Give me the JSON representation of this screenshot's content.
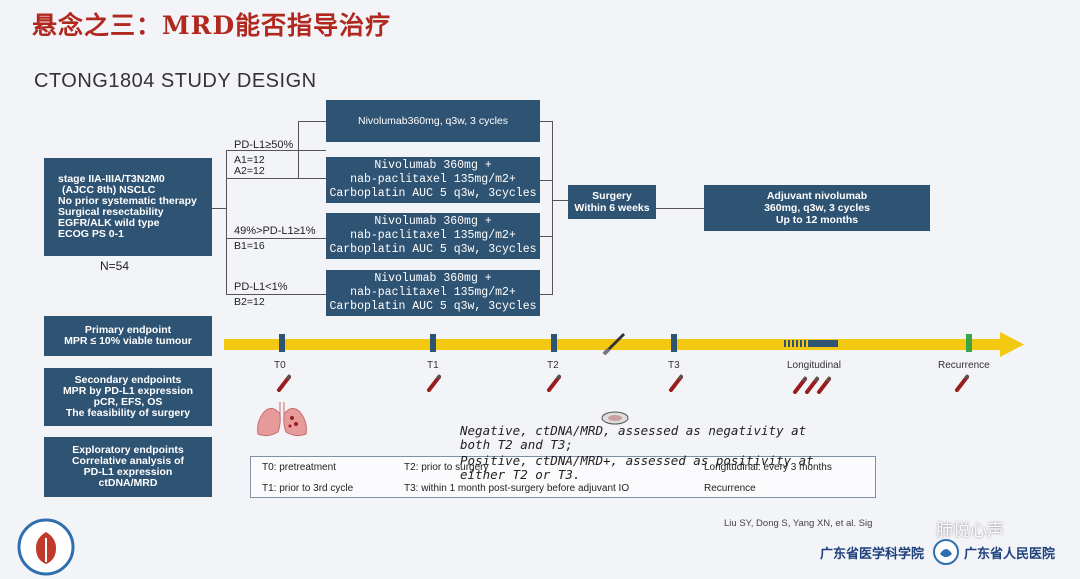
{
  "slide": {
    "title": "悬念之三：MRD能否指导治疗",
    "subtitle": "CTONG1804 STUDY DESIGN"
  },
  "patients": {
    "lines": [
      "stage IIA-IIIA/T3N2M0",
      "(AJCC 8th) NSCLC",
      "No prior systematic therapy",
      "Surgical resectability",
      "EGFR/ALK wild type",
      "ECOG PS 0-1"
    ],
    "n": "N=54"
  },
  "groups": [
    {
      "label": "PD-L1≥50%",
      "sub1": "A1=12",
      "sub2": "A2=12"
    },
    {
      "label": "49%>PD-L1≥1%",
      "sub1": "B1=16"
    },
    {
      "label": "PD-L1<1%",
      "sub1": "B2=12"
    }
  ],
  "arms": [
    {
      "lines": [
        "Nivolumab360mg, q3w, 3 cycles"
      ]
    },
    {
      "lines": [
        "Nivolumab 360mg +",
        "nab-paclitaxel 135mg/m2+",
        "Carboplatin AUC 5 q3w, 3cycles"
      ]
    },
    {
      "lines": [
        "Nivolumab 360mg +",
        "nab-paclitaxel 135mg/m2+",
        "Carboplatin AUC 5 q3w, 3cycles"
      ]
    },
    {
      "lines": [
        "Nivolumab 360mg +",
        "nab-paclitaxel 135mg/m2+",
        "Carboplatin AUC 5 q3w, 3cycles"
      ]
    }
  ],
  "surgery": {
    "lines": [
      "Surgery",
      "Within 6 weeks"
    ]
  },
  "adjuvant": {
    "lines": [
      "Adjuvant nivolumab",
      "360mg, q3w, 3 cycles",
      "Up to 12 months"
    ]
  },
  "endpoints": {
    "primary": [
      "Primary endpoint",
      "MPR ≤ 10% viable tumour"
    ],
    "secondary": [
      "Secondary endpoints",
      "MPR by PD-L1 expression",
      "pCR, EFS, OS",
      "The feasibility of surgery"
    ],
    "exploratory": [
      "Exploratory endpoints",
      "Correlative analysis of",
      "PD-L1 expression",
      "ctDNA/MRD"
    ]
  },
  "timeline": {
    "points": [
      "T0",
      "T1",
      "T2",
      "T3",
      "Longitudinal",
      "Recurrence"
    ]
  },
  "legend": {
    "t0": "T0: pretreatment",
    "t2": "T2: prior to surgery",
    "longitudinal": "Longitudinal: every 3 months",
    "t1": "T1: prior to 3rd cycle",
    "t3": "T3: within 1 month post-surgery before adjuvant IO",
    "recurrence": "Recurrence"
  },
  "annotation": {
    "lines": [
      "Negative, ctDNA/MRD, assessed as negativity at",
      "both T2 and T3;",
      "Positive, ctDNA/MRD+, assessed as positivity at",
      "either T2 or T3."
    ]
  },
  "reference": "Liu SY, Dong S, Yang XN, et al. Sig",
  "footer": {
    "org1": "广东省医学科学院",
    "org2": "广东省人民医院",
    "watermark": "肺悦心声"
  },
  "colors": {
    "box": "#2f5373",
    "title": "#b0281e",
    "timeline": "#f2c811",
    "marker": "#2f5373",
    "recurrence_marker": "#3aa544",
    "tube": "#9a1c1c"
  },
  "icons": [
    "lung-icon",
    "blood-tube-icon",
    "scalpel-icon",
    "petri-dish-icon",
    "hospital-logo-icon"
  ]
}
